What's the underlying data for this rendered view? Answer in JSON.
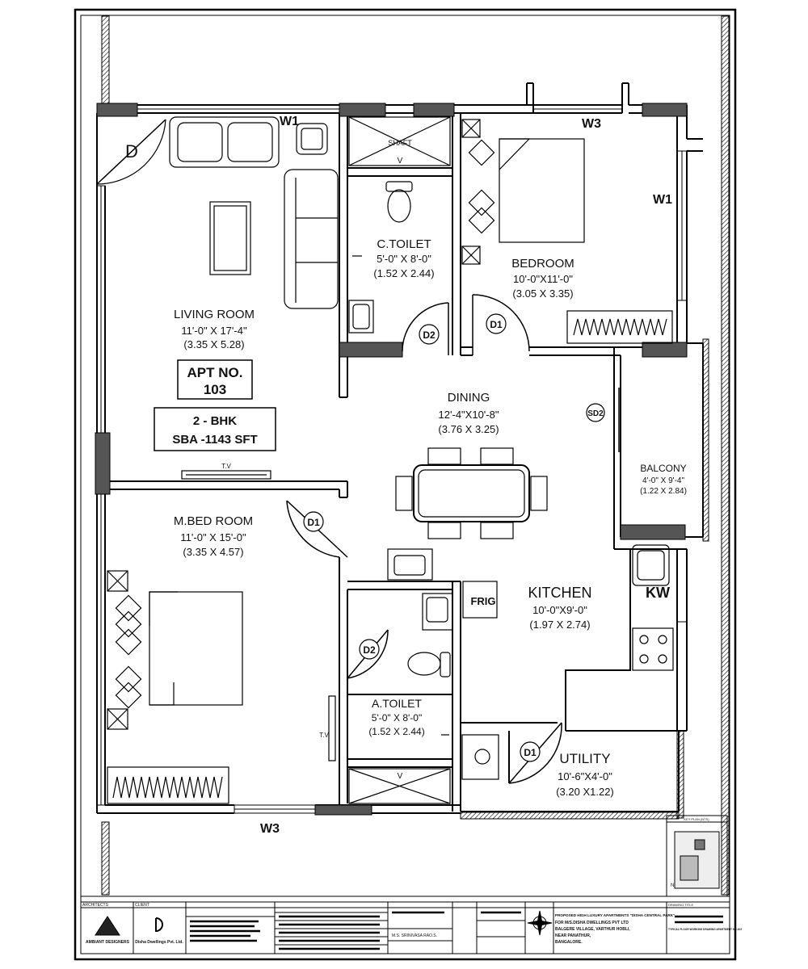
{
  "rooms": {
    "living": {
      "name": "LIVING ROOM",
      "dim_ft": "11'-0\" X 17'-4\"",
      "dim_m": "(3.35 X 5.28)"
    },
    "ctoilet": {
      "name": "C.TOILET",
      "dim_ft": "5'-0\" X 8'-0\"",
      "dim_m": "(1.52 X 2.44)"
    },
    "bedroom": {
      "name": "BEDROOM",
      "dim_ft": "10'-0\"X11'-0\"",
      "dim_m": "(3.05 X 3.35)"
    },
    "dining": {
      "name": "DINING",
      "dim_ft": "12'-4\"X10'-8\"",
      "dim_m": "(3.76 X 3.25)"
    },
    "balcony": {
      "name": "BALCONY",
      "dim_ft": "4'-0\" X 9'-4\"",
      "dim_m": "(1.22 X 2.84)"
    },
    "mbed": {
      "name": "M.BED ROOM",
      "dim_ft": "11'-0\" X 15'-0\"",
      "dim_m": "(3.35 X 4.57)"
    },
    "kitchen": {
      "name": "KITCHEN",
      "dim_ft": "10'-0\"X9'-0\"",
      "dim_m": "(1.97 X 2.74)"
    },
    "atoilet": {
      "name": "A.TOILET",
      "dim_ft": "5'-0\" X 8'-0\"",
      "dim_m": "(1.52 X 2.44)"
    },
    "utility": {
      "name": "UTILITY",
      "dim_ft": "10'-6\"X4'-0\"",
      "dim_m": "(3.20 X1.22)"
    }
  },
  "apartment": {
    "line1": "APT NO.",
    "line2": "103",
    "type": "2 - BHK",
    "sba": "SBA -1143 SFT"
  },
  "tags": {
    "w1_top": "W1",
    "w3_top": "W3",
    "w1_right": "W1",
    "w3_bottom": "W3",
    "door_main": "D",
    "d2_ctoilet": "D2",
    "d1_bedroom": "D1",
    "sd2": "SD2",
    "d1_mbed": "D1",
    "d2_atoilet": "D2",
    "d1_utility": "D1",
    "kw": "KW",
    "frig": "FRIG",
    "shaft": "SHAFT",
    "tv1": "T.V",
    "tv2": "T.V",
    "v1": "V",
    "v2": "V"
  },
  "title_block": {
    "architects_label": "ARCHITECTS",
    "client_label": "CLIENT",
    "client_name": "Disha Dwellings Pvt. Ltd.",
    "architect_logo": "AMBIANT DESIGNERS",
    "project": "PROPOSED HIGH LUXURY APARTMENTS \"DISHA CENTRAL PARK\"",
    "for_line": "FOR M/S.DISHA DWELLINGS PVT LTD",
    "location": "BALGERE VILLAGE, VARTHUR HOBLI,",
    "location2": "NEAR PANATHUR,",
    "city": "BANGALORE.",
    "drawing_title_label": "DRAWING TITLE",
    "drawing_title": "TYPICAL FLOOR WORKING DRAWING APARTMENT NO.103",
    "key_plan": "KEY PLAN (NTS)",
    "drawn_by": "M.S. SRINIVASA RAO.S.",
    "north": "N"
  }
}
